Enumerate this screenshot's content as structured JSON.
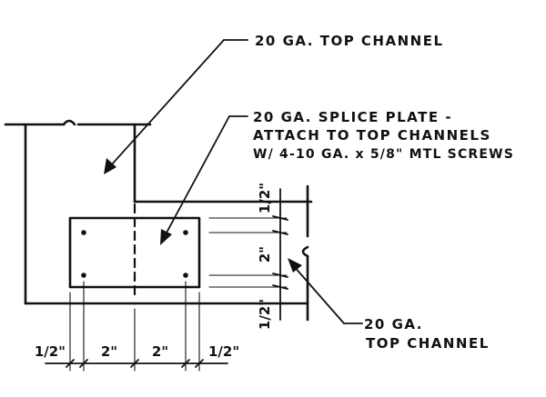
{
  "labels": {
    "top_channel_upper": "20 GA. TOP CHANNEL",
    "splice_line1": "20 GA. SPLICE PLATE -",
    "splice_line2": "ATTACH TO TOP CHANNELS",
    "splice_line3": "W/ 4-10 GA. x 5/8\" MTL SCREWS",
    "top_channel_lower_line1": "20 GA.",
    "top_channel_lower_line2": "TOP CHANNEL"
  },
  "dimensions": {
    "bottom": [
      "1/2\"",
      "2\"",
      "2\"",
      "1/2\""
    ],
    "right_top": "1/2\"",
    "right_mid": "2\"",
    "right_bottom": "1/2\""
  }
}
